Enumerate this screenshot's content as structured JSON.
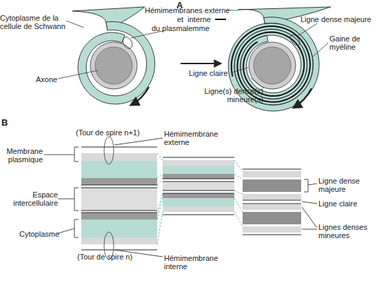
{
  "diagram": {
    "labels": [
      "A",
      "Hémimembranes externe",
      "et  interne",
      "du plasmalemme",
      "Cytoplasme de la cellule de Schwann",
      "Ligne dense majeure",
      "Gaine de myéline",
      "Axone",
      "Ligne claire",
      "Ligne(s) dense(s) mineure(s)",
      "B",
      "(Tour de spire n+1)",
      "Hémimembrane externe",
      "Membrane plasmique",
      "Ligne dense majeure",
      "Espace intercellulaire",
      "Ligne claire",
      "Cytoplasme",
      "Lignes denses mineures",
      "(Tour de spire n)",
      "Hémimembrane interne"
    ]
  }
}
